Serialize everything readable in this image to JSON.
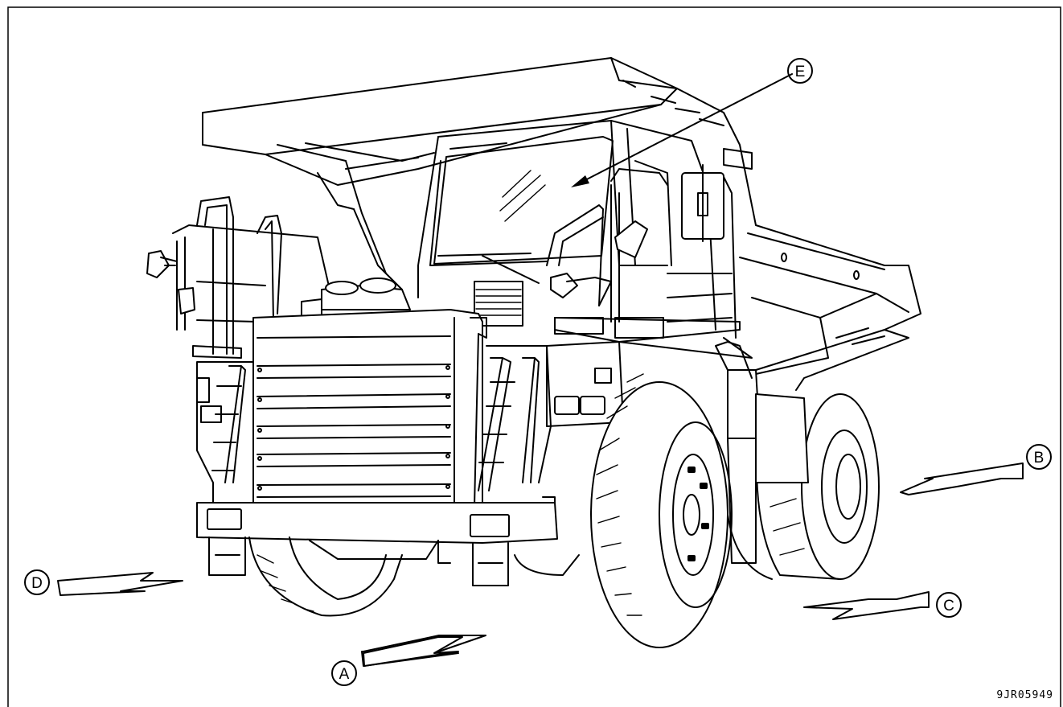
{
  "callouts": {
    "a": "A",
    "b": "B",
    "c": "C",
    "d": "D",
    "e": "E"
  },
  "drawing_code": "9JR05949"
}
